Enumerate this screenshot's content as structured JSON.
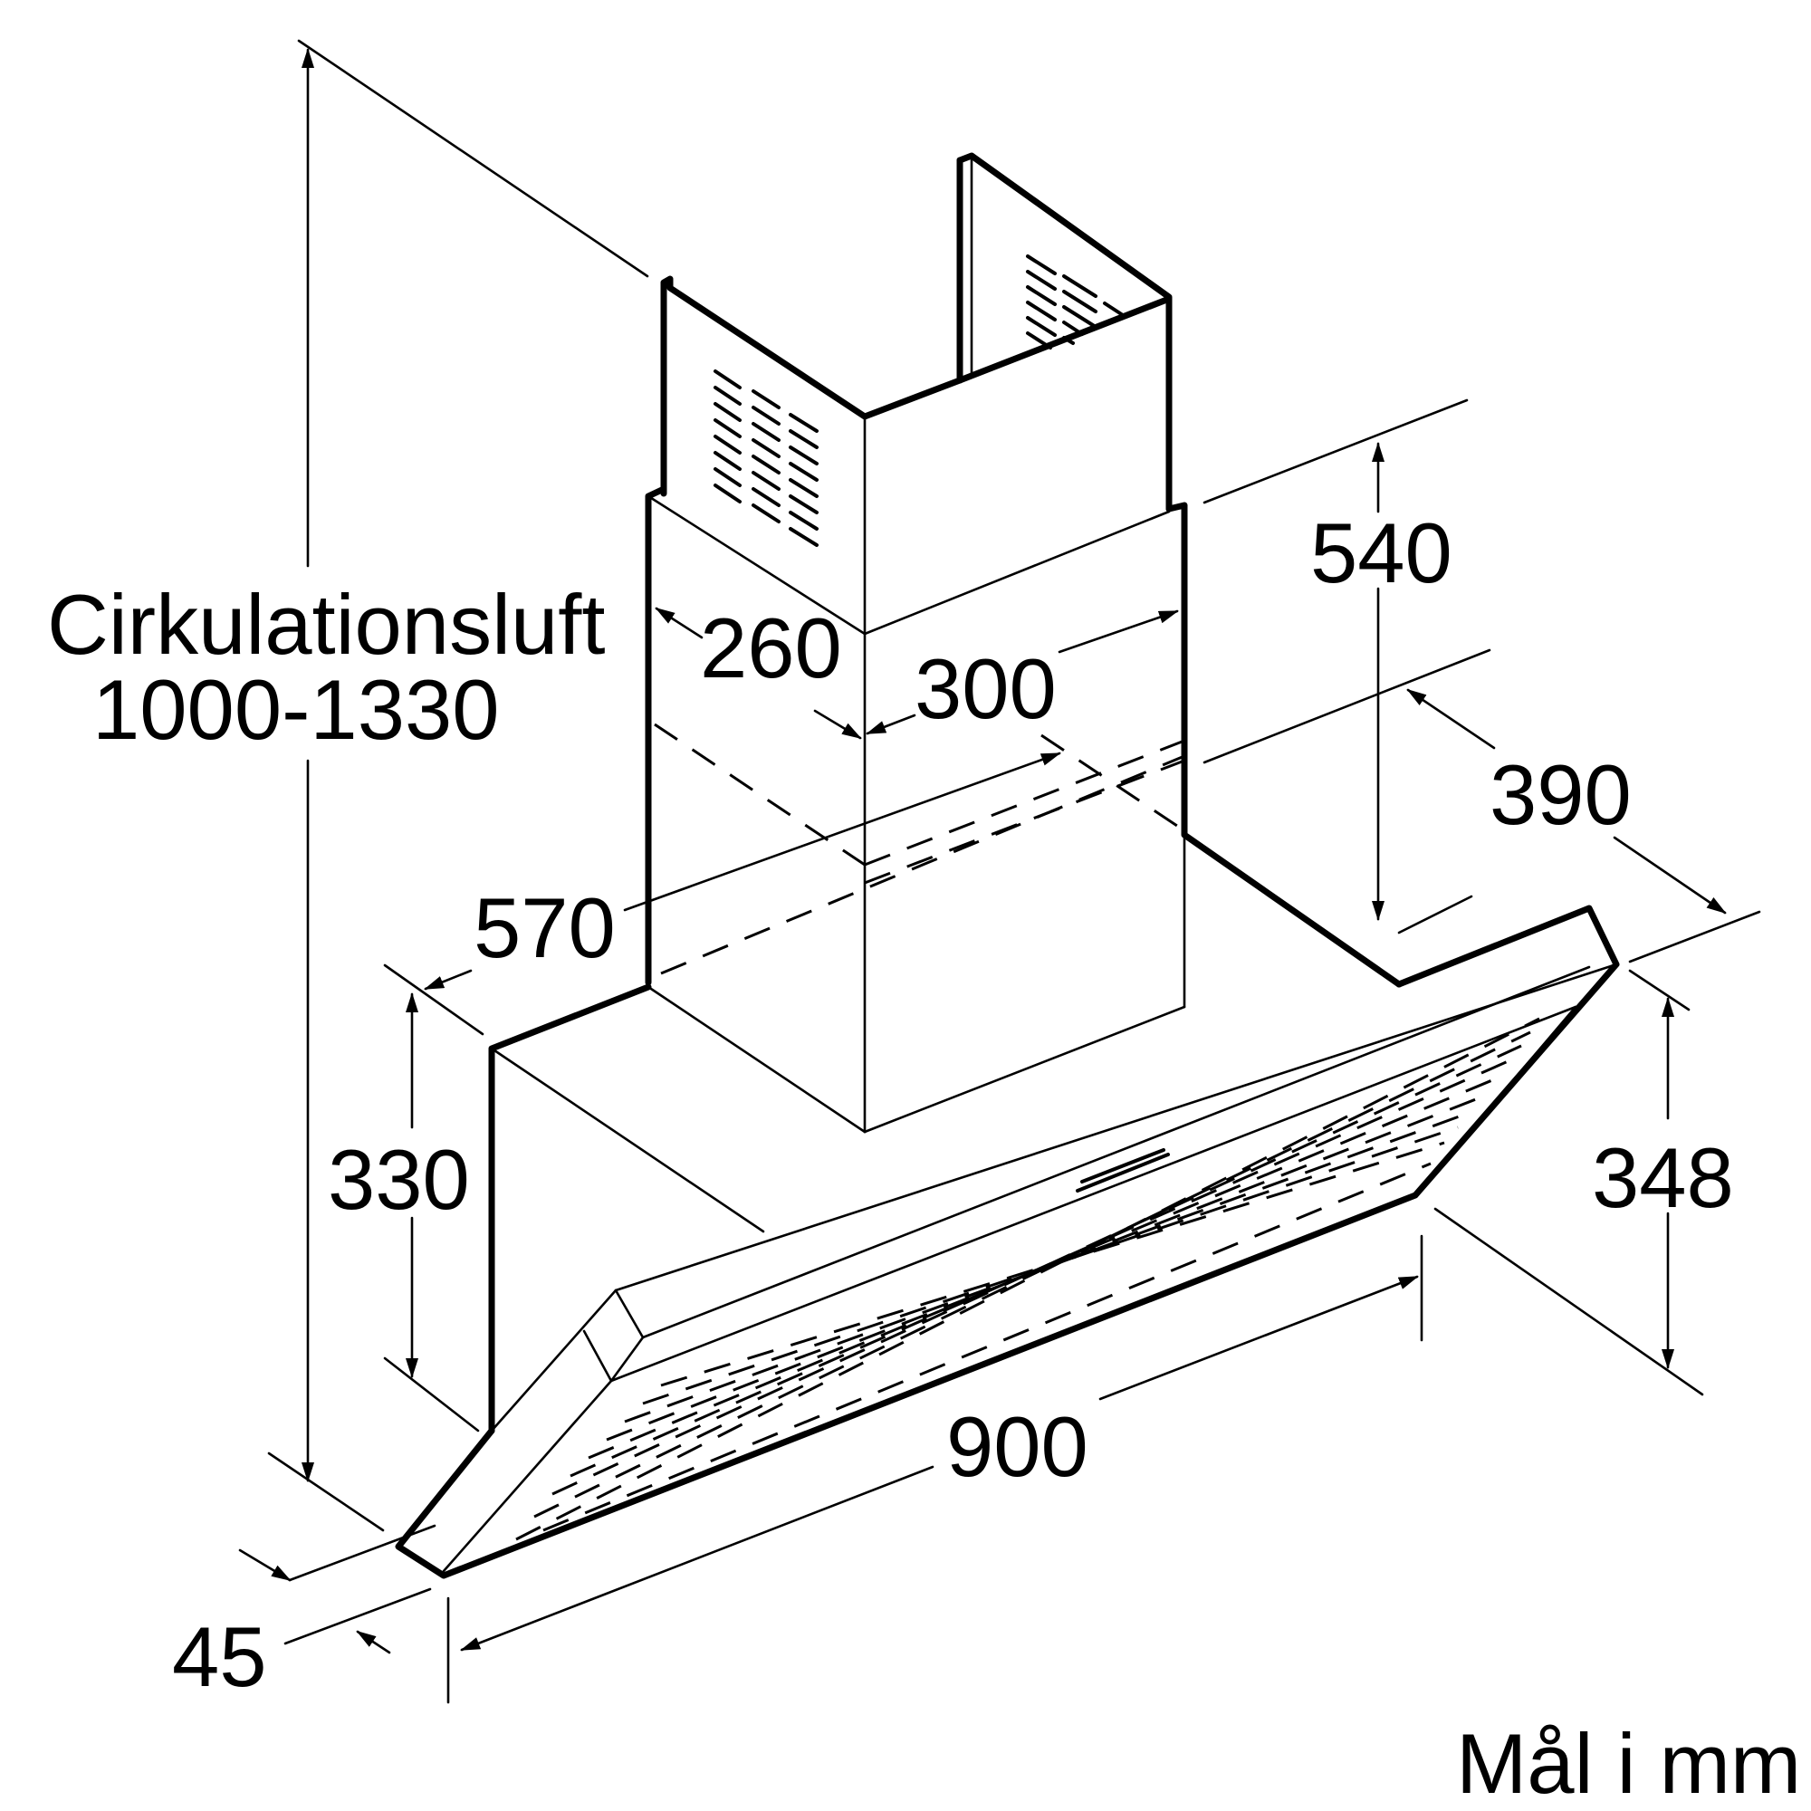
{
  "drawing": {
    "title_line1": "Cirkulationsluft",
    "title_line2": "1000-1330",
    "unit_note": "Mål i mm",
    "dimensions": {
      "chimney_depth": "260",
      "chimney_width": "300",
      "body_depth": "570",
      "upper_height": "540",
      "hood_depth": "390",
      "body_height": "330",
      "hood_height": "348",
      "hood_width": "900",
      "hood_thickness": "45"
    }
  }
}
